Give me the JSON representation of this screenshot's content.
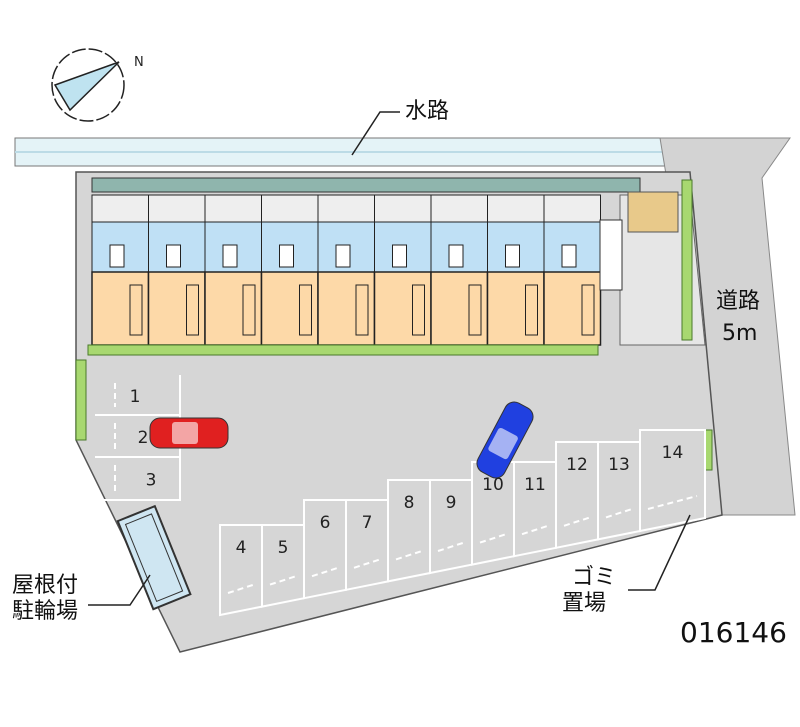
{
  "labels": {
    "canal": "水路",
    "road_line1": "道路",
    "road_line2": "5m",
    "bike_line1": "屋根付",
    "bike_line2": "駐輪場",
    "garbage_line1": "ゴミ",
    "garbage_line2": "置場",
    "property_id": "016146",
    "compass_north": "N"
  },
  "parking_spaces": [
    "1",
    "2",
    "3",
    "4",
    "5",
    "6",
    "7",
    "8",
    "9",
    "10",
    "11",
    "12",
    "13",
    "14"
  ],
  "units_count": 9,
  "colors": {
    "canal": "#dff1f6",
    "lot": "#d6d6d6",
    "road": "#d2d2d2",
    "room_blue": "#bfe0f5",
    "room_beige": "#fdd9a8",
    "hedge": "#a8d870",
    "car_red": "#e02020",
    "car_blue": "#2040e0"
  }
}
